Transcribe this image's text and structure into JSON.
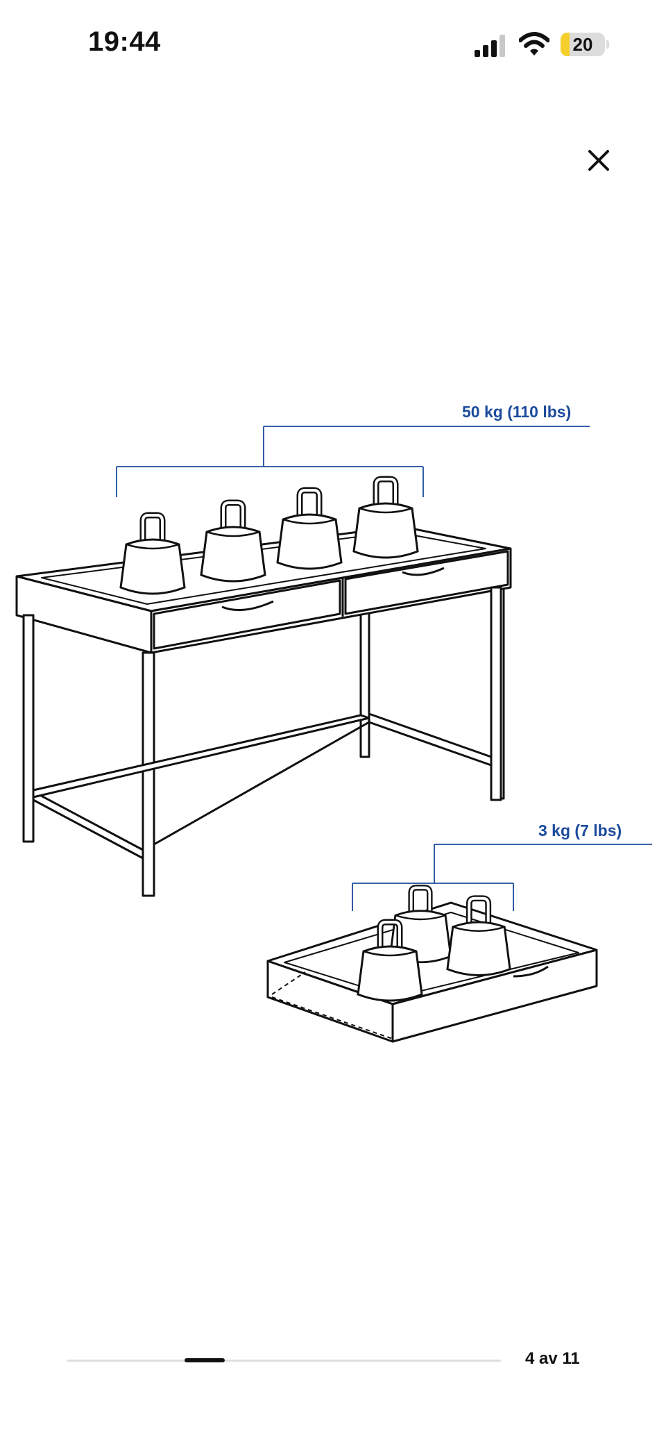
{
  "status_bar": {
    "time": "19:44",
    "signal_icon": "cellular-signal-icon",
    "wifi_icon": "wifi-icon",
    "battery_level": "20",
    "battery_fraction": 0.2,
    "battery_color": "#f6cf2d"
  },
  "header": {
    "close_icon": "close-icon"
  },
  "illustration": {
    "desk_load_label": "50 kg (110 lbs)",
    "drawer_load_label": "3 kg (7 lbs)",
    "label_color": "#1c4b9c",
    "desk_icon": "desk-illustration",
    "drawer_icon": "drawer-illustration",
    "weight_icon": "weight-icon"
  },
  "pager": {
    "page_indicator": "4 av 11",
    "current_page": 4,
    "total_pages": 11
  }
}
